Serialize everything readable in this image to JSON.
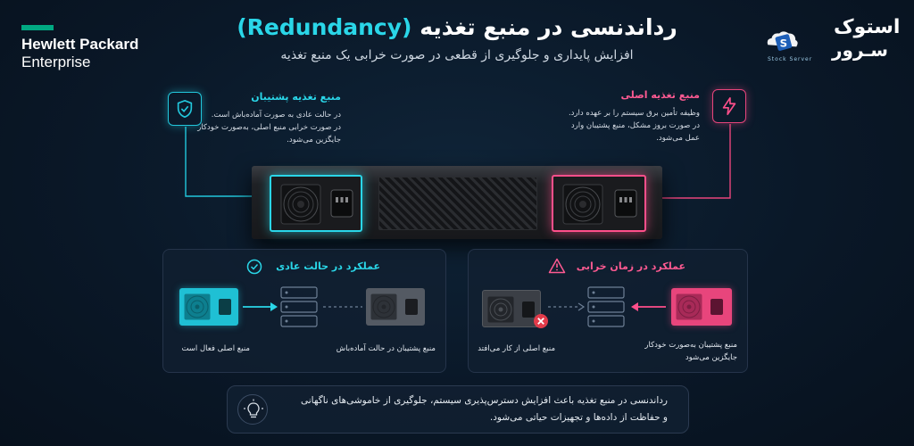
{
  "brand": {
    "hpe_line1": "Hewlett Packard",
    "hpe_line2": "Enterprise",
    "hpe_color": "#01a982",
    "stock_word1": "استوک",
    "stock_word2": "سـرور",
    "stock_small": "Stock Server"
  },
  "header": {
    "title_fa": "رداندنسی در منبع تغذیه",
    "title_en": "(Redundancy)",
    "subtitle": "افزایش پایداری و جلوگیری از قطعی در صورت خرابی یک منبع تغذیه"
  },
  "backup_psu": {
    "title": "منبع تغذیه پشتیبان",
    "line1": "در حالت عادی به صورت آماده‌باش است.",
    "line2": "در صورت خرابی منبع اصلی، به‌صورت خودکار",
    "line3": "جایگزین می‌شود.",
    "icon": "shield-check-icon",
    "color": "#22c7dc"
  },
  "main_psu": {
    "title": "منبع تغذیه اصلی",
    "line1": "وظیفه تأمین برق سیستم را بر عهده دارد.",
    "line2": "در صورت بروز مشکل، منبع پشتیبان وارد",
    "line3": "عمل می‌شود.",
    "icon": "lightning-bolt-icon",
    "color": "#e8457c"
  },
  "normal_panel": {
    "title": "عملکرد در حالت عادی",
    "main_caption": "منبع اصلی فعال است",
    "backup_caption": "منبع پشتیبان در حالت آماده‌باش"
  },
  "failure_panel": {
    "title": "عملکرد در زمان خرابی",
    "main_caption": "منبع اصلی از کار می‌افتد",
    "backup_caption_line1": "منبع پشتیبان به‌صورت خودکار",
    "backup_caption_line2": "جایگزین می‌شود"
  },
  "note": {
    "line1": "رداندنسی در منبع تغذیه باعث افزایش دسترس‌پذیری سیستم، جلوگیری از خاموشی‌های ناگهانی",
    "line2": "و حفاظت از داده‌ها و تجهیزات حیاتی می‌شود."
  }
}
